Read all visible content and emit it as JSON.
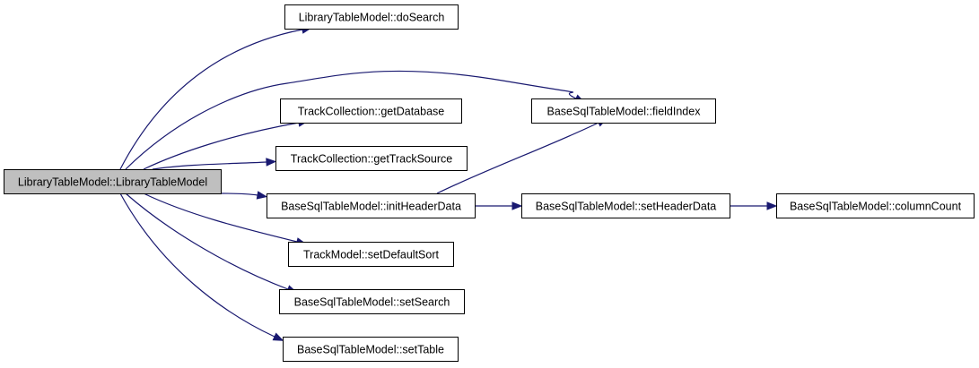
{
  "colors": {
    "root_fill": "#bfbfbf",
    "node_fill": "#ffffff",
    "node_border": "#000000",
    "edge": "#191970"
  },
  "nodes": [
    {
      "id": "root",
      "label": "LibraryTableModel::LibraryTableModel",
      "root": true
    },
    {
      "id": "doSearch",
      "label": "LibraryTableModel::doSearch"
    },
    {
      "id": "getDatabase",
      "label": "TrackCollection::getDatabase"
    },
    {
      "id": "getTrackSource",
      "label": "TrackCollection::getTrackSource"
    },
    {
      "id": "initHeaderData",
      "label": "BaseSqlTableModel::initHeaderData"
    },
    {
      "id": "setDefaultSort",
      "label": "TrackModel::setDefaultSort"
    },
    {
      "id": "setSearch",
      "label": "BaseSqlTableModel::setSearch"
    },
    {
      "id": "setTable",
      "label": "BaseSqlTableModel::setTable"
    },
    {
      "id": "fieldIndex",
      "label": "BaseSqlTableModel::fieldIndex"
    },
    {
      "id": "setHeaderData",
      "label": "BaseSqlTableModel::setHeaderData"
    },
    {
      "id": "columnCount",
      "label": "BaseSqlTableModel::columnCount"
    }
  ],
  "edges": [
    {
      "from": "root",
      "to": "doSearch"
    },
    {
      "from": "root",
      "to": "fieldIndex"
    },
    {
      "from": "root",
      "to": "getDatabase"
    },
    {
      "from": "root",
      "to": "getTrackSource"
    },
    {
      "from": "root",
      "to": "initHeaderData"
    },
    {
      "from": "root",
      "to": "setDefaultSort"
    },
    {
      "from": "root",
      "to": "setSearch"
    },
    {
      "from": "root",
      "to": "setTable"
    },
    {
      "from": "initHeaderData",
      "to": "fieldIndex"
    },
    {
      "from": "initHeaderData",
      "to": "setHeaderData"
    },
    {
      "from": "setHeaderData",
      "to": "columnCount"
    }
  ]
}
